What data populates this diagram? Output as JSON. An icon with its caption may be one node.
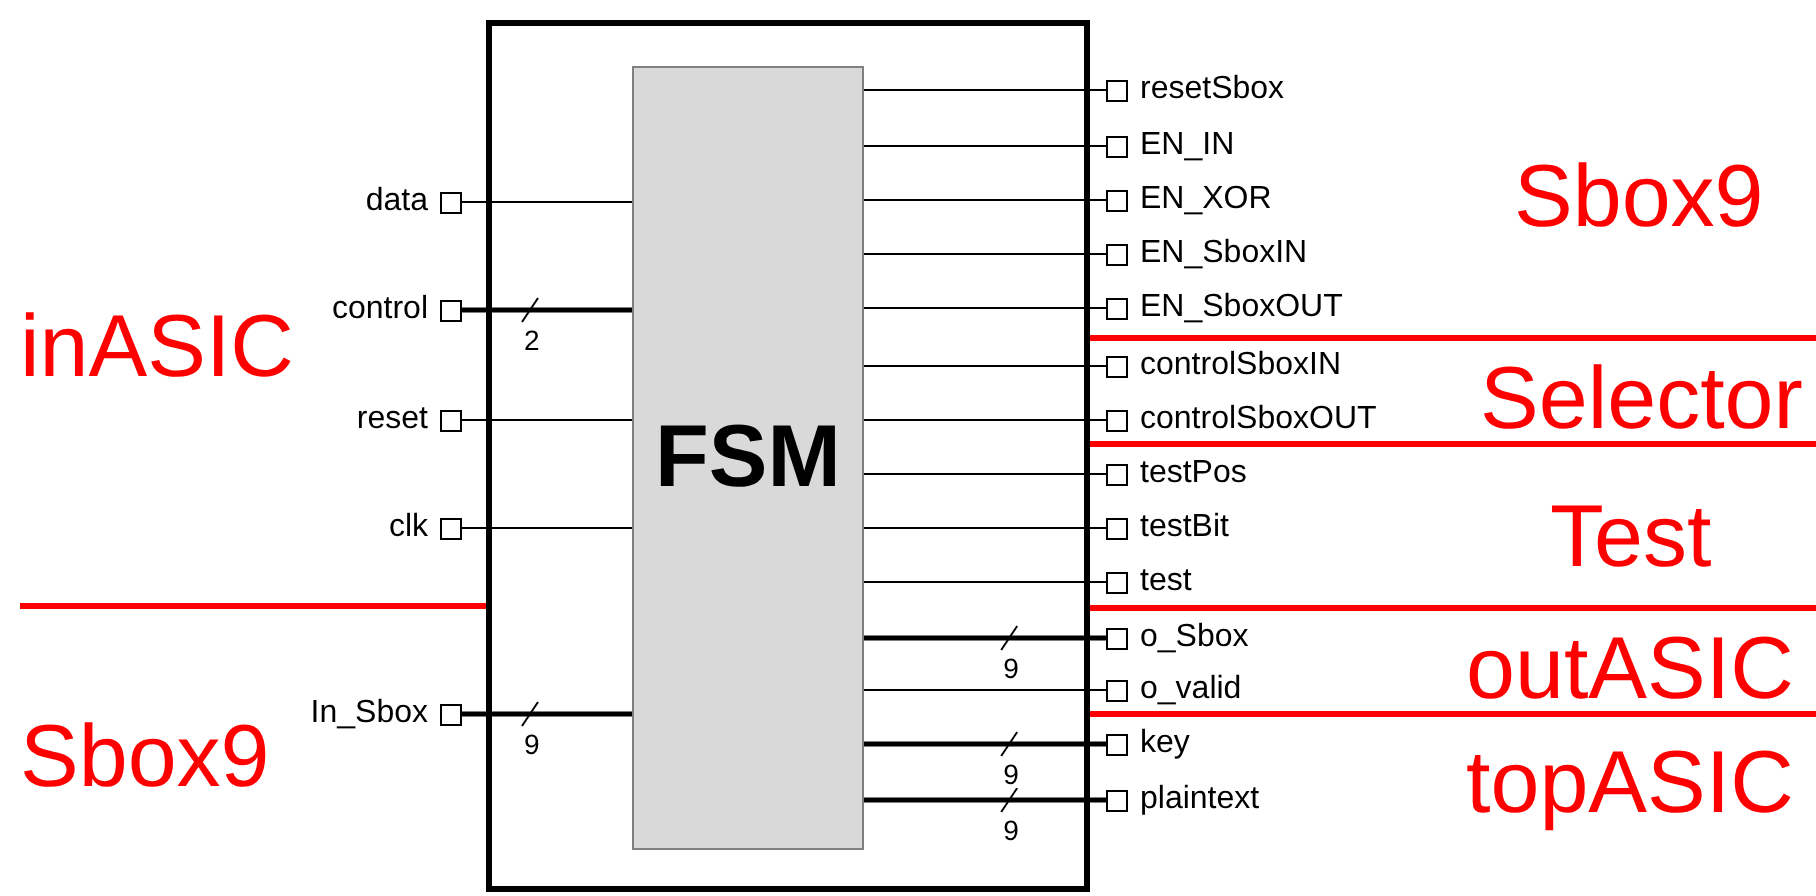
{
  "diagram": {
    "nodes": [
      {
        "text": [],
        "shape": "box"
      },
      {
        "text": [
          "FSM"
        ],
        "in": 0
      },
      {
        "text": [
          "data"
        ]
      },
      {
        "text": [
          "control"
        ]
      },
      {
        "text": [
          "reset"
        ]
      },
      {
        "text": [
          "clk"
        ]
      },
      {
        "text": [
          "In_Sbox"
        ]
      },
      {
        "text": [
          "resetSbox"
        ]
      },
      {
        "text": [
          "EN_IN"
        ]
      },
      {
        "text": [
          "EN_XOR"
        ]
      },
      {
        "text": [
          "EN_SboxIN"
        ]
      },
      {
        "text": [
          "EN_SboxOUT"
        ]
      },
      {
        "text": [
          "controlSboxIN"
        ]
      },
      {
        "text": [
          "controlSboxOUT"
        ]
      },
      {
        "text": [
          "testPos"
        ]
      },
      {
        "text": [
          "testBit"
        ]
      },
      {
        "text": [
          "test"
        ]
      },
      {
        "text": [
          "o_Sbox"
        ]
      },
      {
        "text": [
          "o_valid"
        ]
      },
      {
        "text": [
          "key"
        ]
      },
      {
        "text": [
          "plaintext"
        ]
      }
    ],
    "edges": [
      {
        "from": 2,
        "to": 1,
        "arrow": "none"
      },
      {
        "from": 3,
        "to": 1,
        "arrow": "none",
        "label": "2",
        "style": "thick"
      },
      {
        "from": 4,
        "to": 1,
        "arrow": "none"
      },
      {
        "from": 5,
        "to": 1,
        "arrow": "none"
      },
      {
        "from": 6,
        "to": 1,
        "arrow": "none",
        "label": "9",
        "style": "thick"
      },
      {
        "from": 1,
        "to": 7,
        "arrow": "none"
      },
      {
        "from": 1,
        "to": 8,
        "arrow": "none"
      },
      {
        "from": 1,
        "to": 9,
        "arrow": "none"
      },
      {
        "from": 1,
        "to": 10,
        "arrow": "none"
      },
      {
        "from": 1,
        "to": 11,
        "arrow": "none"
      },
      {
        "from": 1,
        "to": 12,
        "arrow": "none"
      },
      {
        "from": 1,
        "to": 13,
        "arrow": "none"
      },
      {
        "from": 1,
        "to": 14,
        "arrow": "none"
      },
      {
        "from": 1,
        "to": 15,
        "arrow": "none"
      },
      {
        "from": 1,
        "to": 16,
        "arrow": "none"
      },
      {
        "from": 1,
        "to": 17,
        "arrow": "none",
        "label": "9",
        "style": "thick"
      },
      {
        "from": 1,
        "to": 18,
        "arrow": "none"
      },
      {
        "from": 1,
        "to": 19,
        "arrow": "none",
        "label": "9",
        "style": "thick"
      },
      {
        "from": 1,
        "to": 20,
        "arrow": "none",
        "label": "9",
        "style": "thick"
      }
    ],
    "labels": [
      "Sbox9",
      "inASIC",
      "Selector",
      "Test",
      "outASIC",
      "Sbox9",
      "topASIC"
    ]
  }
}
